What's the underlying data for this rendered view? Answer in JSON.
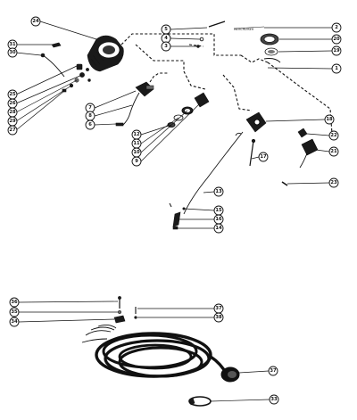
{
  "diagram": {
    "stamp_text": "MERCRUISER",
    "callouts": [
      {
        "id": "c24",
        "label": "24"
      },
      {
        "id": "c31",
        "label": "31"
      },
      {
        "id": "c30",
        "label": "30"
      },
      {
        "id": "c25",
        "label": "25"
      },
      {
        "id": "c26",
        "label": "26"
      },
      {
        "id": "c28",
        "label": "28"
      },
      {
        "id": "c29",
        "label": "29"
      },
      {
        "id": "c27",
        "label": "27"
      },
      {
        "id": "c5",
        "label": "5"
      },
      {
        "id": "c4",
        "label": "4"
      },
      {
        "id": "c3",
        "label": "3"
      },
      {
        "id": "c2",
        "label": "2"
      },
      {
        "id": "c20",
        "label": "20"
      },
      {
        "id": "c19",
        "label": "19"
      },
      {
        "id": "c1",
        "label": "1"
      },
      {
        "id": "c7",
        "label": "7"
      },
      {
        "id": "c8",
        "label": "8"
      },
      {
        "id": "c6",
        "label": "6"
      },
      {
        "id": "c18",
        "label": "18"
      },
      {
        "id": "c12",
        "label": "12"
      },
      {
        "id": "c11",
        "label": "11"
      },
      {
        "id": "c10",
        "label": "10"
      },
      {
        "id": "c9",
        "label": "9"
      },
      {
        "id": "c22",
        "label": "22"
      },
      {
        "id": "c21",
        "label": "21"
      },
      {
        "id": "c17",
        "label": "17"
      },
      {
        "id": "c23",
        "label": "23"
      },
      {
        "id": "c13",
        "label": "13"
      },
      {
        "id": "c15",
        "label": "15"
      },
      {
        "id": "c16",
        "label": "16"
      },
      {
        "id": "c14",
        "label": "14"
      },
      {
        "id": "c36",
        "label": "36"
      },
      {
        "id": "c35",
        "label": "35"
      },
      {
        "id": "c34",
        "label": "34"
      },
      {
        "id": "c37a",
        "label": "37"
      },
      {
        "id": "c38",
        "label": "38"
      },
      {
        "id": "c37b",
        "label": "37"
      },
      {
        "id": "c33",
        "label": "33"
      }
    ]
  }
}
